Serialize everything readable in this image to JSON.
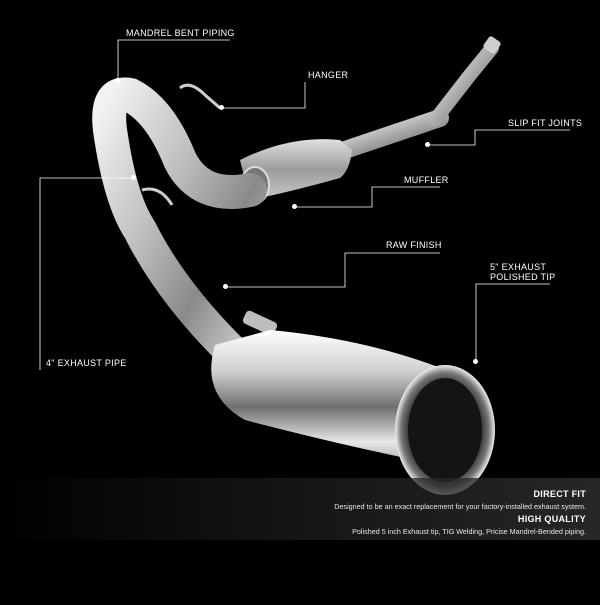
{
  "callouts": {
    "mandrel_bent_piping": "MANDREL BENT PIPING",
    "hanger": "HANGER",
    "slip_fit_joints": "SLIP FIT JOINTS",
    "muffler": "MUFFLER",
    "raw_finish": "RAW FINISH",
    "exhaust_tip_line1": "5\" EXHAUST",
    "exhaust_tip_line2": "POLISHED TIP",
    "exhaust_pipe": "4\" EXHAUST PIPE"
  },
  "features": [
    {
      "title": "DIRECT FIT",
      "text": "Designed to be an exact replacement for your factory-installed exhaust system."
    },
    {
      "title": "HIGH QUALITY",
      "text": "Polished 5 inch Exhaust tip, TIG Welding, Pricise Mandrel-Bended piping."
    }
  ],
  "colors": {
    "background": "#000000",
    "chrome": "#d9d9d9",
    "line": "#ffffff"
  }
}
